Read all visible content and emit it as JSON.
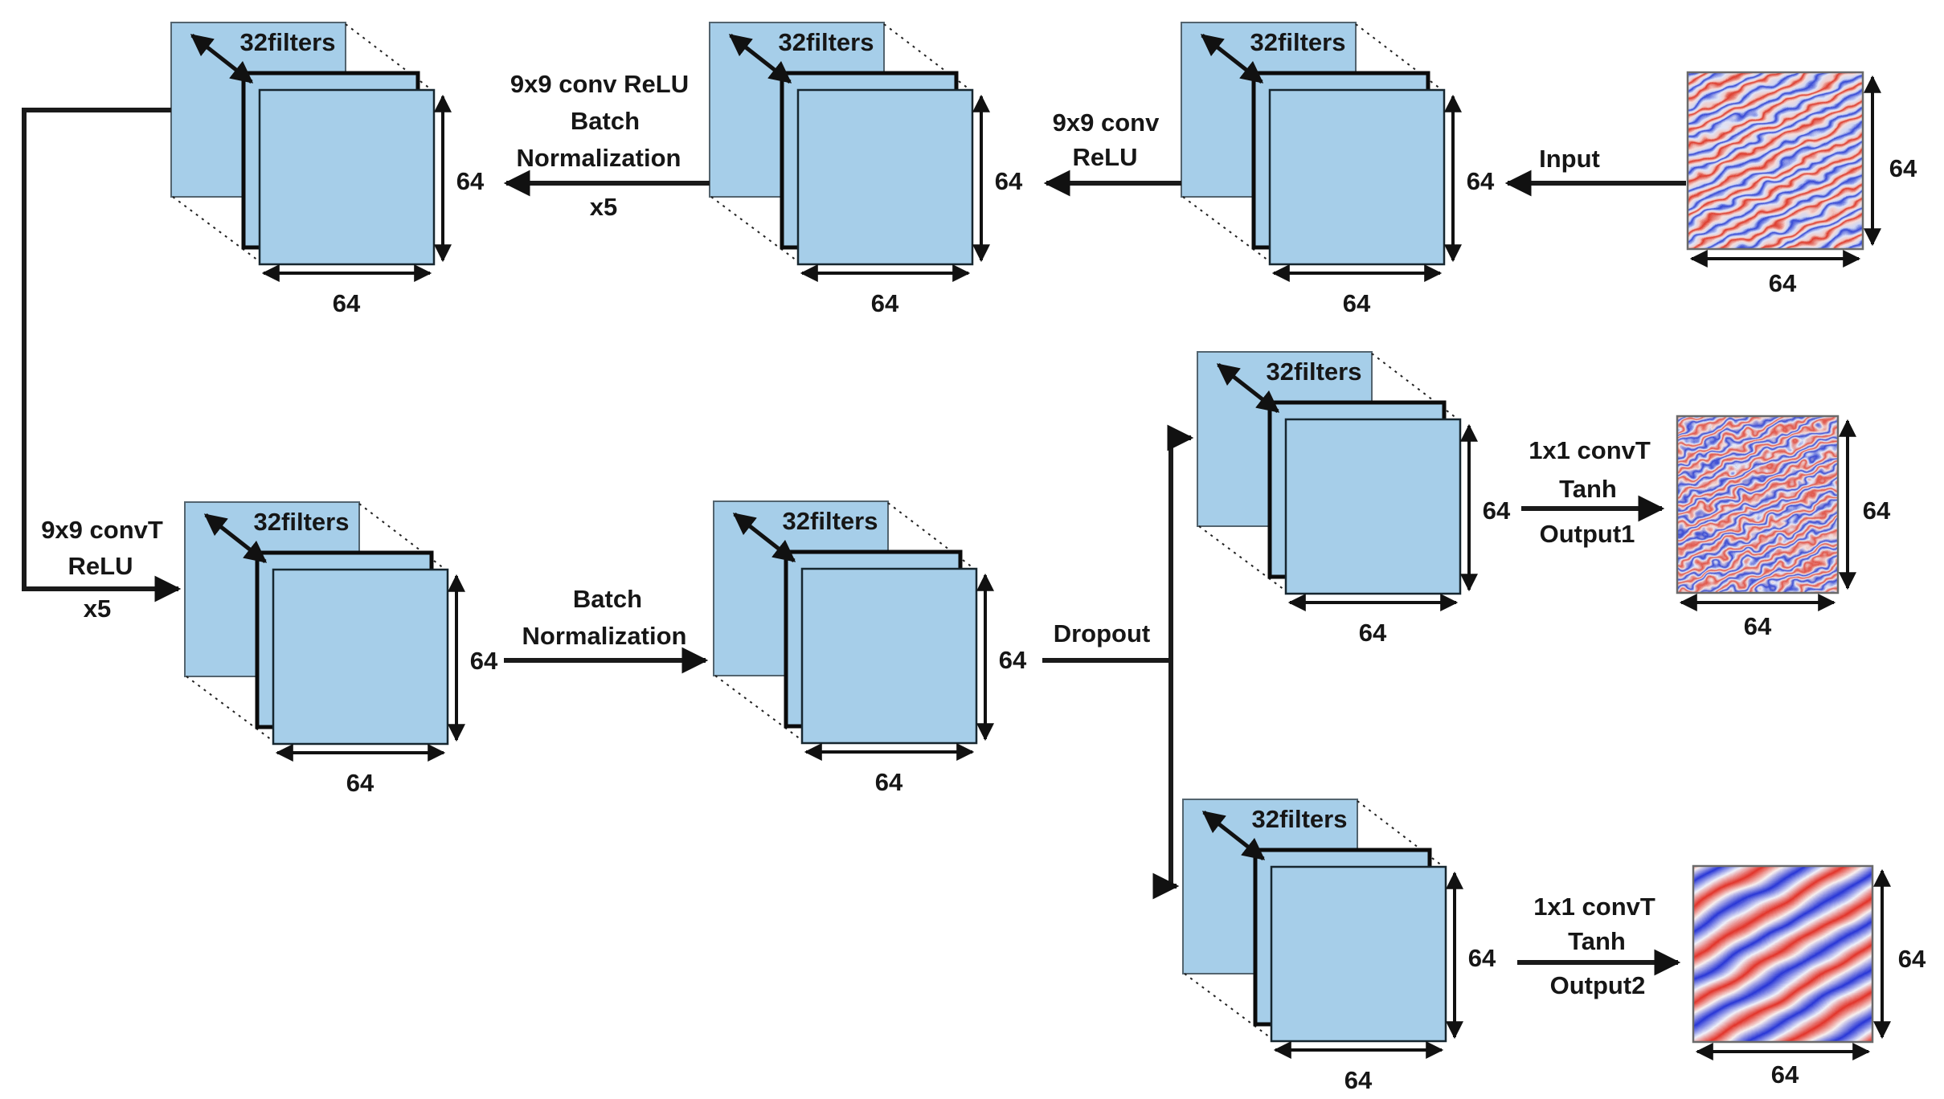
{
  "title": "CNN encoder-decoder architecture diagram",
  "colors": {
    "feature_map_fill": "#a6cee9",
    "line_stroke": "#1a1a1a",
    "image_red": "#dd3a2b",
    "image_blue": "#3447d4"
  },
  "stacks": [
    {
      "filters": "32filters",
      "height": "64",
      "width": "64"
    },
    {
      "filters": "32filters",
      "height": "64",
      "width": "64"
    },
    {
      "filters": "32filters",
      "height": "64",
      "width": "64"
    },
    {
      "filters": "32filters",
      "height": "64",
      "width": "64"
    },
    {
      "filters": "32filters",
      "height": "64",
      "width": "64"
    },
    {
      "filters": "32filters",
      "height": "64",
      "width": "64"
    },
    {
      "filters": "32filters",
      "height": "64",
      "width": "64"
    }
  ],
  "images": [
    {
      "height": "64",
      "width": "64"
    },
    {
      "height": "64",
      "width": "64"
    },
    {
      "height": "64",
      "width": "64"
    }
  ],
  "arrows": {
    "input": {
      "label": "Input"
    },
    "conv1": {
      "line1": "9x9 conv",
      "line2": "ReLU"
    },
    "conv_bn": {
      "line1": "9x9 conv ReLU",
      "line2": "Batch",
      "line3": "Normalization",
      "line4": "x5"
    },
    "skip": {
      "line1": "9x9 convT",
      "line2": "ReLU",
      "line3": "x5"
    },
    "bn": {
      "line1": "Batch",
      "line2": "Normalization"
    },
    "dropout": {
      "label": "Dropout"
    },
    "out1": {
      "line1": "1x1 convT",
      "line2": "Tanh",
      "line3": "Output1"
    },
    "out2": {
      "line1": "1x1 convT",
      "line2": "Tanh",
      "line3": "Output2"
    }
  }
}
